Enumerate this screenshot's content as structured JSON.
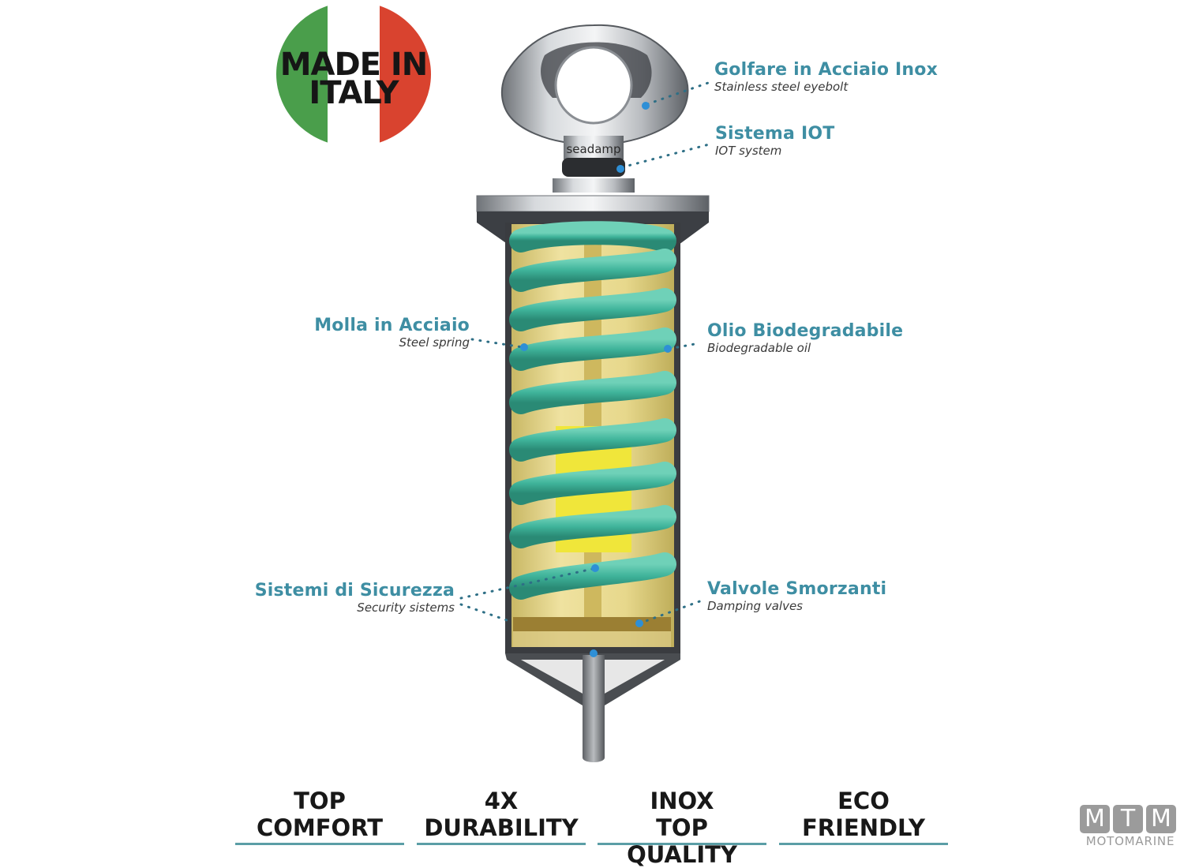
{
  "badge": {
    "line1": "MADE IN",
    "line2": "ITALY",
    "colors": {
      "green": "#4a9e4b",
      "white": "#ffffff",
      "red": "#d9432f"
    }
  },
  "product": {
    "brand_engraving": "seadamp",
    "spring_color": "#3fb39a",
    "oil_color": "#e9dc8a",
    "insert_color": "#f0e63a",
    "marker_color": "#2e8fd6"
  },
  "callouts": [
    {
      "title": "Golfare in Acciaio Inox",
      "subtitle": "Stainless steel eyebolt"
    },
    {
      "title": "Sistema IOT",
      "subtitle": "IOT system"
    },
    {
      "title": "Molla in Acciaio",
      "subtitle": "Steel spring"
    },
    {
      "title": "Olio Biodegradabile",
      "subtitle": "Biodegradable oil"
    },
    {
      "title": "Sistemi di Sicurezza",
      "subtitle": "Security sistems"
    },
    {
      "title": "Valvole Smorzanti",
      "subtitle": "Damping valves"
    }
  ],
  "features": [
    {
      "line1": "TOP",
      "line2": "COMFORT"
    },
    {
      "line1": "4X",
      "line2": "DURABILITY"
    },
    {
      "line1": "INOX",
      "line2": "TOP QUALITY"
    },
    {
      "line1": "ECO",
      "line2": "FRIENDLY"
    }
  ],
  "watermark": {
    "letters": [
      "M",
      "T",
      "M"
    ],
    "word": "MOTOMARINE"
  },
  "accent_color": "#3e8ea3"
}
